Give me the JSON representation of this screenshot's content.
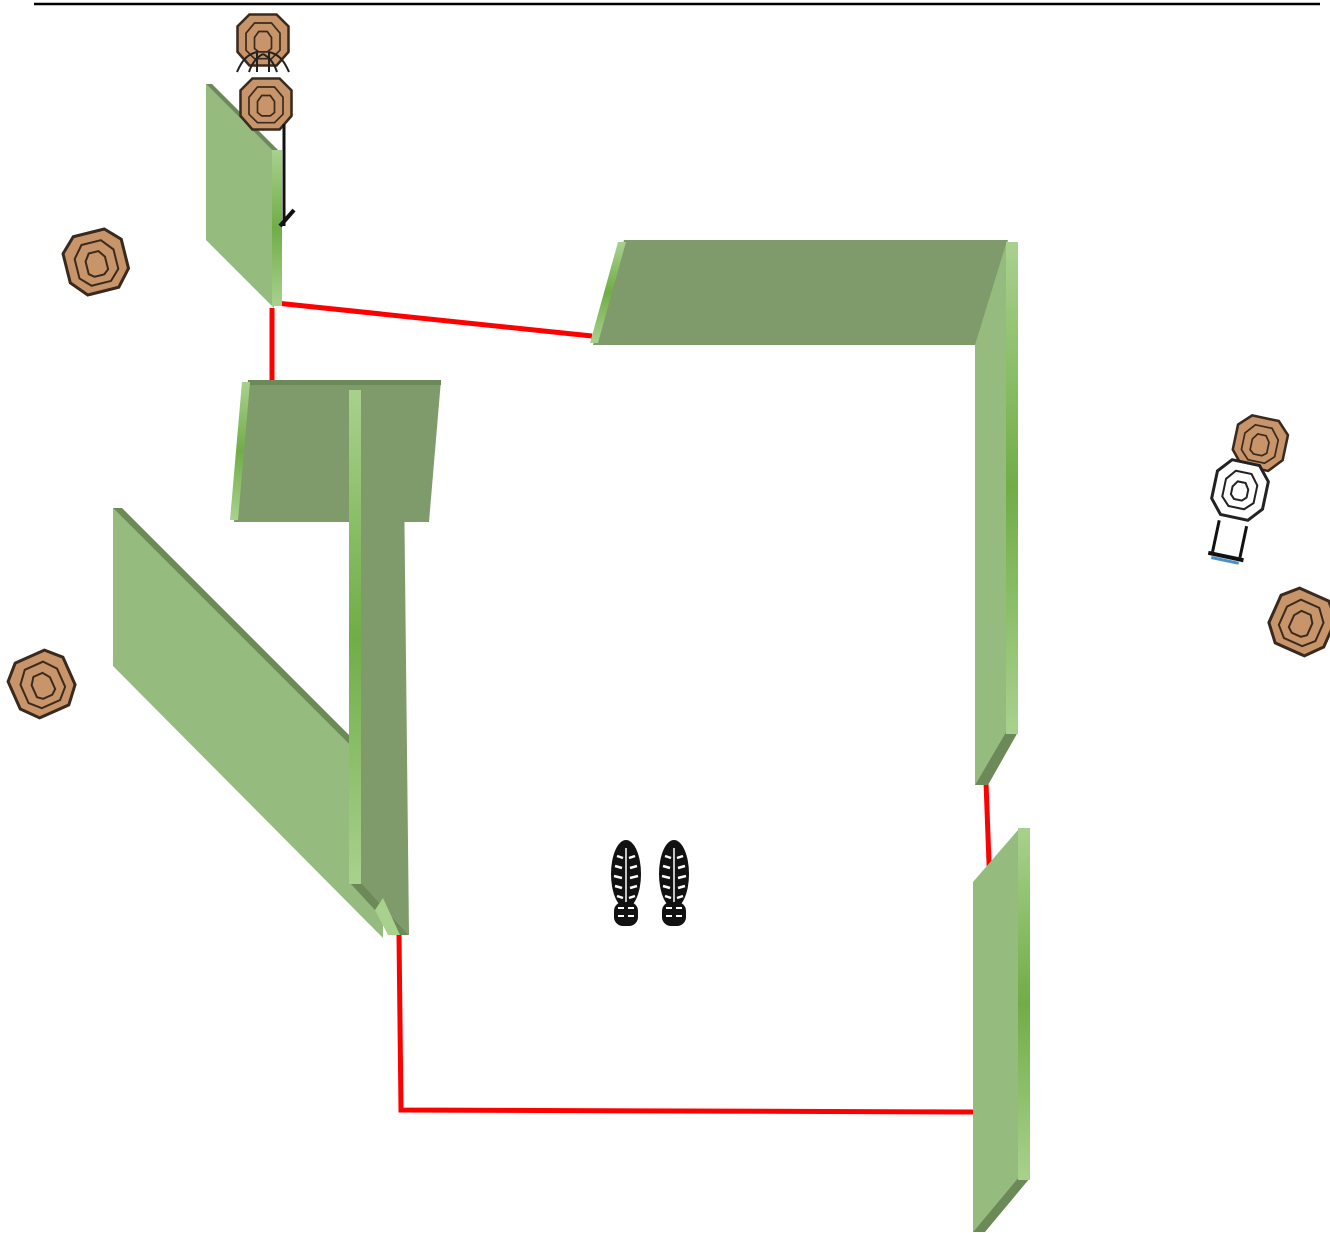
{
  "diagram": {
    "kind": "shooting-stage-layout",
    "colors": {
      "wall_top": "#7f9a6b",
      "wall_face": "#96bb7e",
      "wall_edge_light": "#a9d18e",
      "wall_edge_gradient": "#70ad47",
      "wall_dark_edge": "#6b8a57",
      "fault_line": "#ff0000",
      "target_brown": "#c8956a",
      "target_outline": "#3a2a1e",
      "no_shoot_white": "#ffffff",
      "stand_black": "#111111",
      "stand_blue": "#4a90c8",
      "header_rule": "#000000"
    },
    "elements": {
      "walls": [
        "wall-top-left-panel",
        "wall-top-right-barricade",
        "wall-right-upper",
        "wall-right-lower",
        "wall-left-block",
        "wall-left-vertical",
        "wall-left-diagonal"
      ],
      "targets": [
        "target-top-pair",
        "target-left-upper",
        "target-left-lower",
        "target-right-no-shoot",
        "target-right-lower"
      ],
      "icons": [
        "shooter-position-footprints-icon"
      ],
      "fault_lines": [
        "fault-line-top",
        "fault-line-left-vertical",
        "fault-line-bottom",
        "fault-line-right"
      ]
    }
  }
}
